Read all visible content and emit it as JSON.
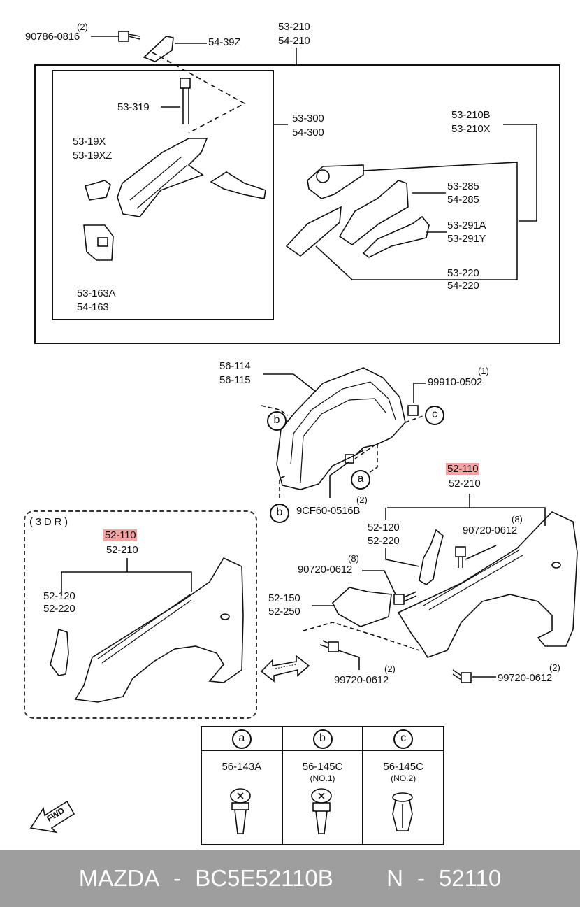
{
  "labels": {
    "bolt_90786": "90786-0816",
    "bolt_90786_qty": "(2)",
    "p54_39z": "54-39Z",
    "p53_210": "53-210",
    "p54_210": "54-210",
    "p53_319": "53-319",
    "p53_19x": "53-19X",
    "p53_19xz": "53-19XZ",
    "p53_300": "53-300",
    "p54_300": "54-300",
    "p53_210b": "53-210B",
    "p53_210x": "53-210X",
    "p53_285": "53-285",
    "p54_285": "54-285",
    "p53_291a": "53-291A",
    "p53_291y": "53-291Y",
    "p53_220": "53-220",
    "p54_220": "54-220",
    "p53_163a": "53-163A",
    "p54_163": "54-163",
    "p56_114": "56-114",
    "p56_115": "56-115",
    "p99910": "99910-0502",
    "p99910_qty": "(1)",
    "p9cf60": "9CF60-0516B",
    "p9cf60_qty": "(2)",
    "fender_main_a": "52-110",
    "fender_main_b": "52-210",
    "p52_120": "52-120",
    "p52_220": "52-220",
    "p90720_a": "90720-0612",
    "p90720_a_qty": "(8)",
    "p90720_b": "90720-0612",
    "p90720_b_qty": "(8)",
    "p52_150": "52-150",
    "p52_250": "52-250",
    "p99720_a": "99720-0612",
    "p99720_a_qty": "(2)",
    "p99720_b": "99720-0612",
    "p99720_b_qty": "(2)",
    "three_dr": "( 3 D R )",
    "dr_fender_a": "52-110",
    "dr_fender_b": "52-210",
    "dr_52_120": "52-120",
    "dr_52_220": "52-220",
    "callout_a": "a",
    "callout_b": "b",
    "callout_c": "c",
    "fwd": "FWD"
  },
  "legend": [
    {
      "key": "a",
      "code": "56-143A",
      "sub": ""
    },
    {
      "key": "b",
      "code": "56-145C",
      "sub": "(NO.1)"
    },
    {
      "key": "c",
      "code": "56-145C",
      "sub": "(NO.2)"
    }
  ],
  "footer": {
    "brand": "MAZDA",
    "sep1": "-",
    "part_number": "BC5E52110B",
    "n_label": "N",
    "sep2": "-",
    "n_value": "52110"
  },
  "colors": {
    "highlight": "#f4a3a3",
    "footer_bg": "#9e9e9e",
    "footer_text": "#ffffff",
    "line": "#111111"
  }
}
